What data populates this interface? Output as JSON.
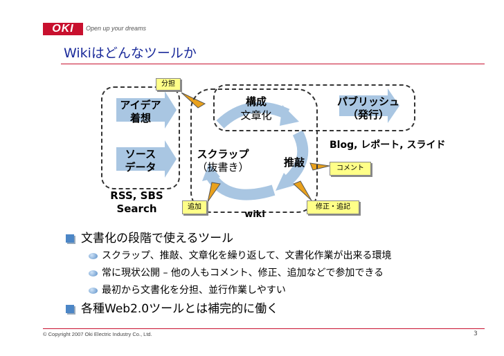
{
  "header": {
    "logo": "OKI",
    "tagline": "Open up your dreams",
    "title": "Wikiはどんなツールか"
  },
  "diagram": {
    "idea": [
      "アイデア",
      "着想"
    ],
    "source": [
      "ソース",
      "データ"
    ],
    "rss": [
      "RSS, SBS",
      "Search"
    ],
    "structure": "構成",
    "writing": "文章化",
    "publish": [
      "パブリッシュ",
      "（発行）"
    ],
    "blog": "Blog, レポート, スライド",
    "scrap": [
      "スクラップ",
      "（抜書き）"
    ],
    "refine": "推敲",
    "wiki": "wiki",
    "callouts": {
      "share": "分担",
      "comment": "コメント",
      "add": "追加",
      "edit": "修正・追記"
    }
  },
  "bullets": [
    {
      "text": "文書化の段階で使えるツール",
      "subs": [
        "スクラップ、推敲、文章化を繰り返して、文書化作業が出来る環境",
        "常に現状公開 – 他の人もコメント、修正、追加などで参加できる",
        "最初から文書化を分担、並行作業しやすい"
      ]
    },
    {
      "text": "各種Web2.0ツールとは補完的に働く",
      "subs": []
    }
  ],
  "footer": {
    "copyright": "© Copyright 2007 Oki Electric Industry Co., Ltd.",
    "page": "3"
  },
  "colors": {
    "brand_red": "#c8102e",
    "title_blue": "#1a2a9a",
    "arrow_blue": "#a9c6e2",
    "callout_yellow": "#ffff88",
    "bullet_blue": "#4c86c6"
  }
}
